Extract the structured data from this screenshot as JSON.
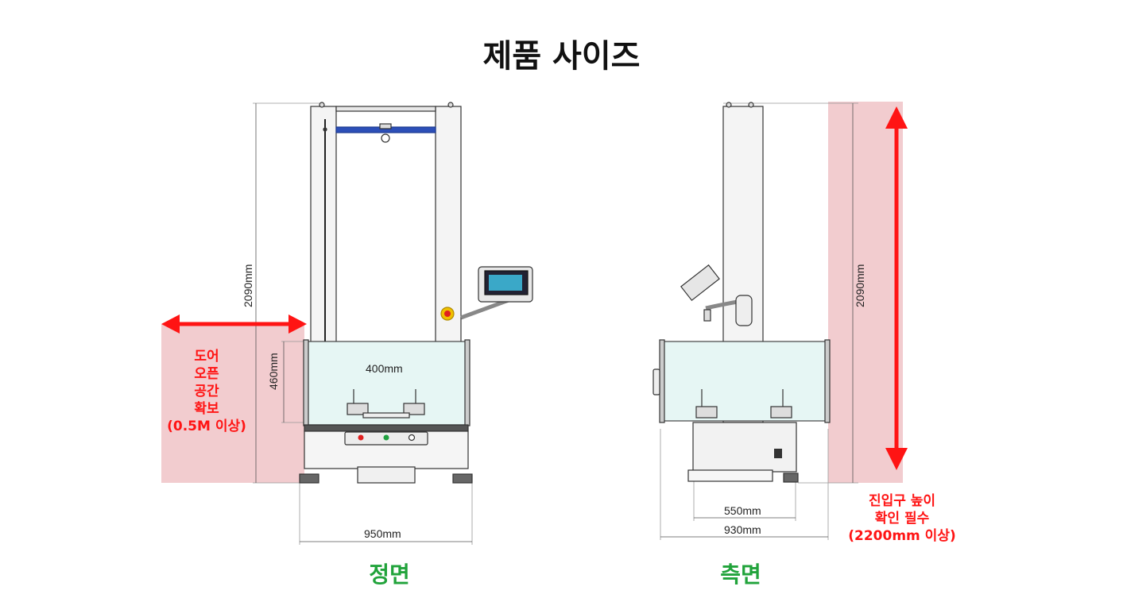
{
  "title": "제품 사이즈",
  "front": {
    "caption": "정면",
    "dim_height": "2090mm",
    "dim_width": "950mm",
    "dim_inner": "460mm",
    "dim_grip": "400mm",
    "door_note": [
      "도어",
      "오픈",
      "공간",
      "확보",
      "(0.5M 이상)"
    ]
  },
  "side": {
    "caption": "측면",
    "dim_height": "2090mm",
    "dim_width_inner": "550mm",
    "dim_width_outer": "930mm",
    "entry_note": [
      "진입구 높이",
      "확인 필수",
      "(2200mm 이상)"
    ]
  },
  "colors": {
    "accent_red": "#ff1414",
    "zone_pink": "#f2cccf",
    "caption_green": "#21a33b",
    "crosshead_blue": "#2c4fb8"
  }
}
